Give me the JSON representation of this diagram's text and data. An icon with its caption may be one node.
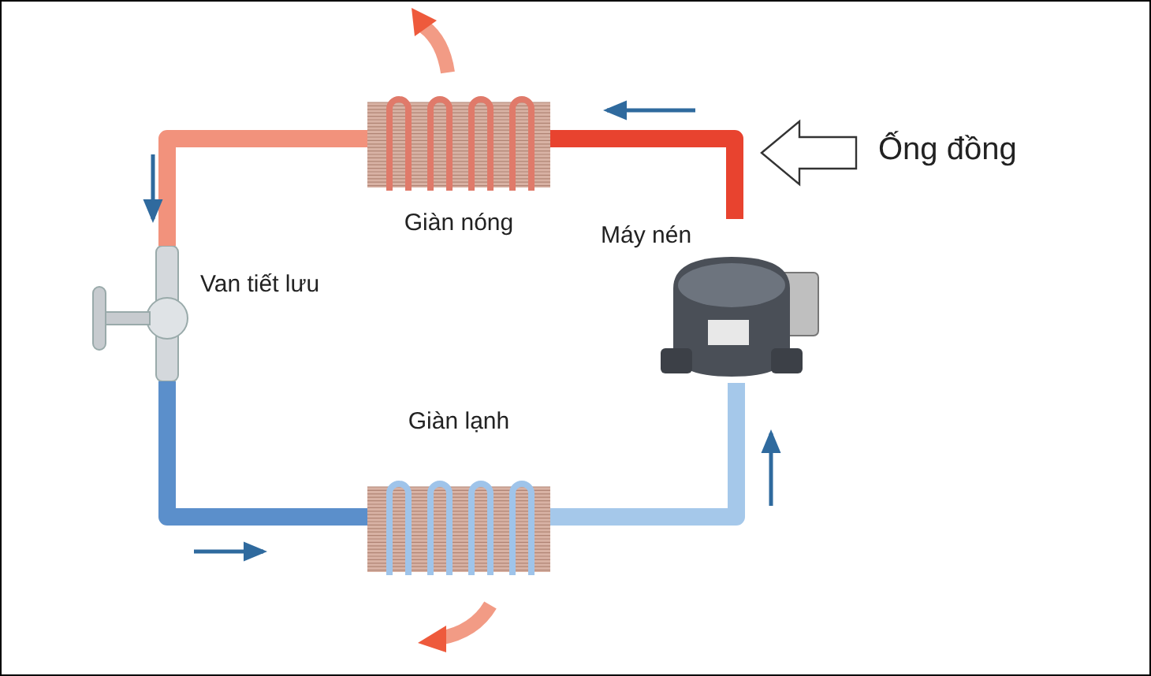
{
  "diagram": {
    "nodes": [
      {
        "text": [
          "Giàn nóng"
        ]
      },
      {
        "text": [
          "Máy nén"
        ]
      },
      {
        "text": [
          "Van tiết lưu"
        ]
      },
      {
        "text": [
          "Giàn lạnh"
        ]
      },
      {
        "text": [
          "Ống đồng"
        ]
      }
    ],
    "edges": [
      {
        "from": 1,
        "to": 0,
        "arrow": "none",
        "color": "#e8432f"
      },
      {
        "from": 0,
        "to": 2,
        "arrow": "none",
        "color": "#f2927c"
      },
      {
        "from": 2,
        "to": 3,
        "arrow": "none",
        "color": "#5b8fcb"
      },
      {
        "from": 3,
        "to": 1,
        "arrow": "none",
        "color": "#a5c8ea"
      },
      {
        "from": 4,
        "to": null,
        "arrow": "to"
      }
    ]
  }
}
